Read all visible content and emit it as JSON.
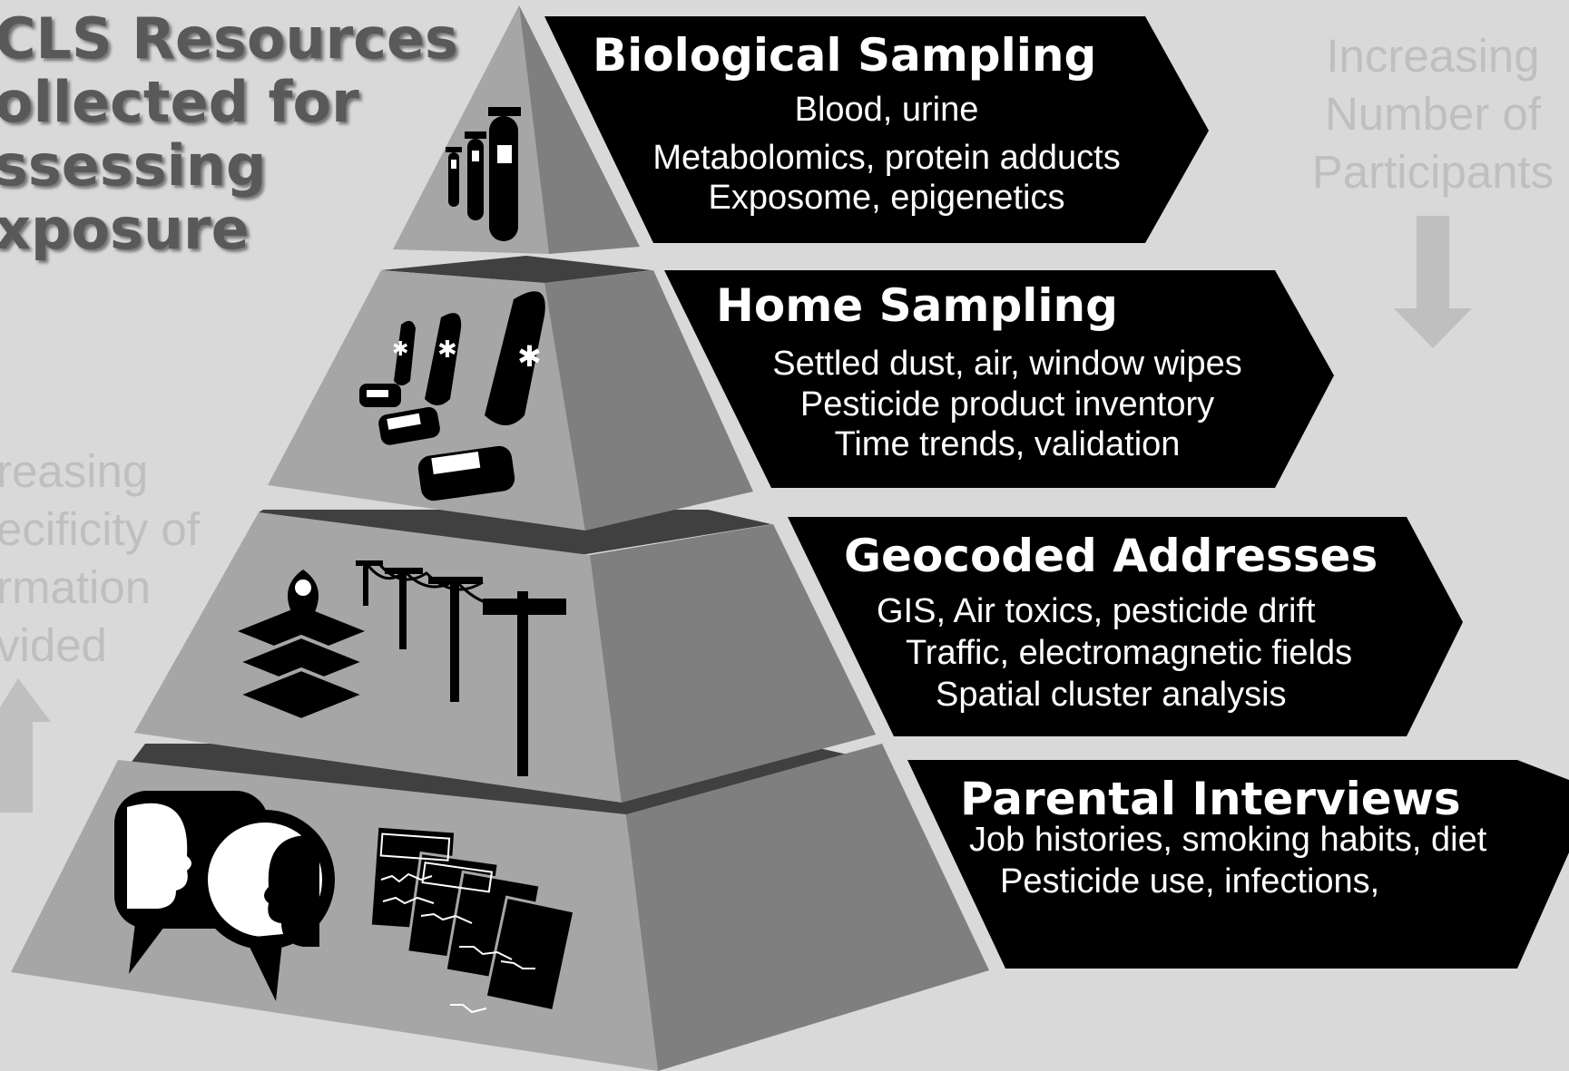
{
  "title_lines": [
    "CLS Resources",
    "ollected for",
    "ssessing",
    "xposure"
  ],
  "left_label": {
    "lines": [
      "reasing",
      "ecificity of",
      "rmation",
      "vided"
    ],
    "arrow": "up-arrow"
  },
  "right_label": {
    "lines": [
      "Increasing",
      "Number of",
      "Participants"
    ],
    "arrow": "down-arrow"
  },
  "tiers": [
    {
      "title": "Biological Sampling",
      "lines": [
        "Blood, urine",
        "Metabolomics, protein adducts",
        "Exposome, epigenetics"
      ],
      "icon": "test-tubes-icon"
    },
    {
      "title": "Home Sampling",
      "lines": [
        "Settled dust, air, window wipes",
        "Pesticide product inventory",
        "Time trends, validation"
      ],
      "icon": "vacuum-cleaners-icon"
    },
    {
      "title": "Geocoded Addresses",
      "lines": [
        "GIS, Air toxics, pesticide drift",
        "Traffic, electromagnetic fields",
        "Spatial cluster analysis"
      ],
      "icon": "map-layers-and-power-lines-icon"
    },
    {
      "title": "Parental Interviews",
      "lines": [
        "Job histories, smoking habits, diet",
        "Pesticide use, infections,"
      ],
      "icon": "interview-and-questionnaire-icon"
    }
  ],
  "colors": {
    "background": "#d9d9d9",
    "pyramid_front": "#a6a6a6",
    "pyramid_side": "#7f7f7f",
    "pyramid_top": "#404040",
    "banner": "#000000",
    "muted_text": "#bfbfbf",
    "title_text": "#595959"
  }
}
